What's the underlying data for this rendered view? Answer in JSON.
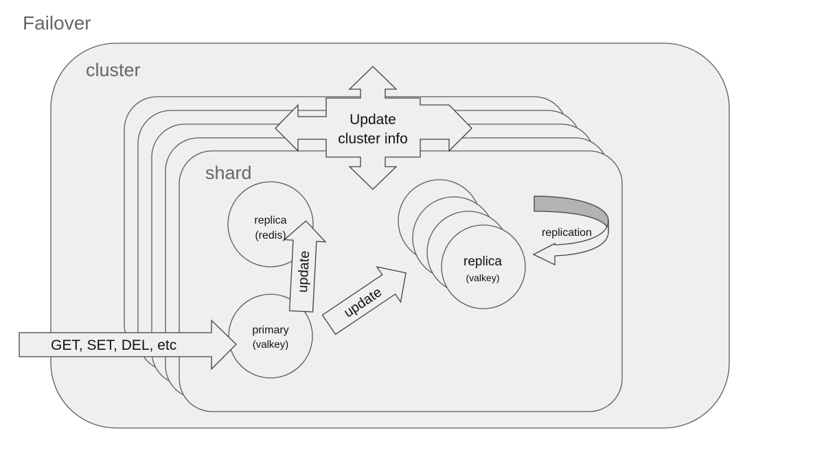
{
  "page_title": "Failover",
  "cluster": {
    "label": "cluster"
  },
  "shard": {
    "label": "shard"
  },
  "broadcast": {
    "line1": "Update",
    "line2": "cluster info"
  },
  "client_request": {
    "label": "GET, SET, DEL, etc"
  },
  "primary": {
    "name": "primary",
    "engine": "(valkey)"
  },
  "old_replica": {
    "name": "replica",
    "engine": "(redis)"
  },
  "new_replica": {
    "name": "replica",
    "engine": "(valkey)"
  },
  "update_up": {
    "label": "update"
  },
  "update_right": {
    "label": "update"
  },
  "replication": {
    "label": "replication"
  },
  "colors": {
    "background": "#ffffff",
    "fill": "#efefef",
    "stroke": "#595959",
    "title_text": "#666666",
    "body_text": "#111111",
    "replication_band": "#b3b3b3"
  }
}
